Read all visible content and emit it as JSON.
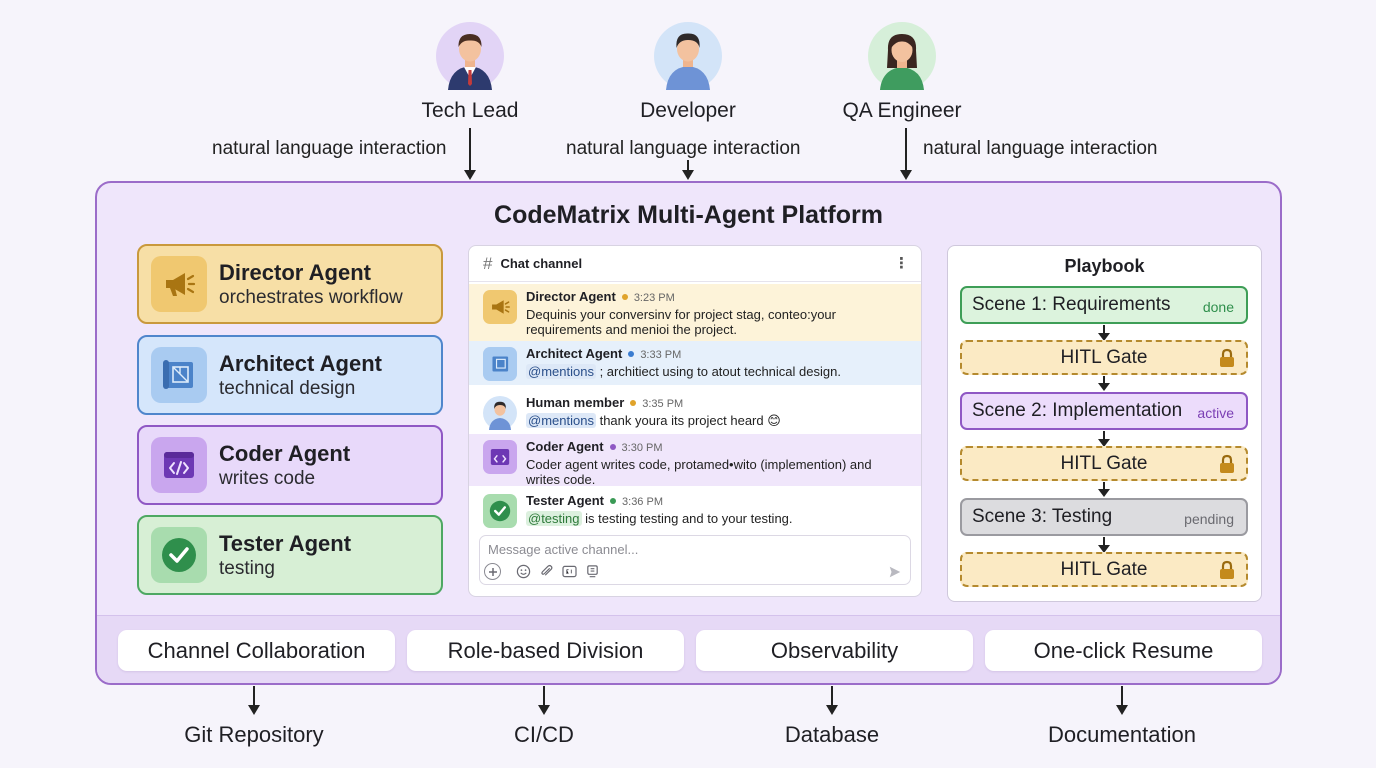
{
  "personas": [
    {
      "name": "Tech Lead",
      "interaction": "natural language interaction"
    },
    {
      "name": "Developer",
      "interaction": "natural language interaction"
    },
    {
      "name": "QA Engineer",
      "interaction": "natural language interaction"
    }
  ],
  "platform": {
    "title": "CodeMatrix Multi-Agent Platform",
    "agents": [
      {
        "name": "Director Agent",
        "desc": "orchestrates workflow",
        "icon": "megaphone-icon",
        "color": "#f7dfa6"
      },
      {
        "name": "Architect Agent",
        "desc": "technical design",
        "icon": "blueprint-icon",
        "color": "#d5e6fb"
      },
      {
        "name": "Coder Agent",
        "desc": "writes code",
        "icon": "code-icon",
        "color": "#e8d9fa"
      },
      {
        "name": "Tester Agent",
        "desc": "testing",
        "icon": "check-icon",
        "color": "#d7efd5"
      }
    ],
    "chat": {
      "title": "Chat channel",
      "messages": [
        {
          "author": "Director Agent",
          "time": "3:23 PM",
          "text": "Dequinis your conversinv for project stag, conteo:your requirements and menioi the project."
        },
        {
          "author": "Architect Agent",
          "time": "3:33 PM",
          "mention": "@mentions",
          "text": "; architiect using to atout technical design."
        },
        {
          "author": "Human member",
          "time": "3:35 PM",
          "mention": "@mentions",
          "text": "thank youra its project heard 😊"
        },
        {
          "author": "Coder Agent",
          "time": "3:30 PM",
          "text": "Coder agent writes code, protamed•wito (implemention) and writes code."
        },
        {
          "author": "Tester Agent",
          "time": "3:36 PM",
          "mention": "@testing",
          "text": "is testing testing and to your testing."
        }
      ],
      "composer_placeholder": "Message active channel..."
    },
    "playbook": {
      "title": "Playbook",
      "scenes": [
        {
          "label": "Scene 1: Requirements",
          "status": "done"
        },
        {
          "label": "Scene 2: Implementation",
          "status": "active"
        },
        {
          "label": "Scene 3: Testing",
          "status": "pending"
        }
      ],
      "gate_label": "HITL Gate"
    },
    "features": [
      "Channel Collaboration",
      "Role-based Division",
      "Observability",
      "One-click Resume"
    ]
  },
  "outputs": [
    "Git Repository",
    "CI/CD",
    "Database",
    "Documentation"
  ],
  "colors": {
    "platform_border": "#9b6cc9",
    "director": "#f7dfa6",
    "architect": "#d5e6fb",
    "coder": "#e8d9fa",
    "tester": "#d7efd5",
    "gate": "#fbeac4"
  }
}
